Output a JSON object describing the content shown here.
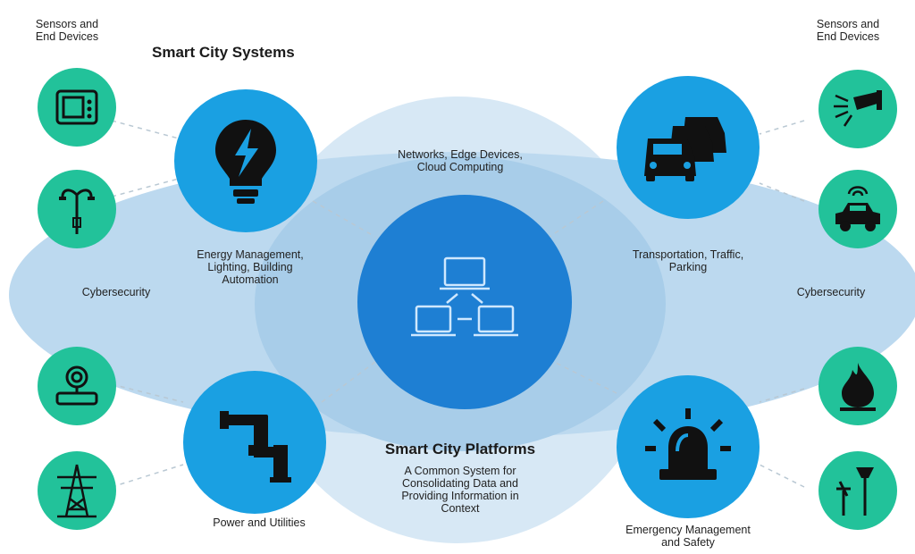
{
  "title": "Smart City Systems",
  "sensors_left": "Sensors and\nEnd Devices",
  "sensors_right": "Sensors and\nEnd Devices",
  "cyber_left": "Cybersecurity",
  "cyber_right": "Cybersecurity",
  "networks": "Networks, Edge Devices,\nCloud Computing",
  "platform_title": "Smart City Platforms",
  "platform_desc": "A Common System for\nConsolidating Data and\nProviding Information in\nContext",
  "systems": {
    "energy": "Energy Management,\nLighting, Building\nAutomation",
    "transport": "Transportation, Traffic,\nParking",
    "power": "Power and Utilities",
    "emergency": "Emergency Management\nand Safety"
  },
  "colors": {
    "system_blue": "#1aa0e2",
    "platform_blue": "#1e7fd3",
    "device_green": "#22c29a",
    "ellipse_light": "#cfe3f2",
    "ellipse_mid": "#a9cdea"
  },
  "icons": {
    "energy": "lightbulb-bolt-icon",
    "transport": "cars-icon",
    "power": "pipes-icon",
    "emergency": "alarm-light-icon",
    "platform": "network-computers-icon",
    "devices_left": [
      "thermostat-icon",
      "streetlight-icon",
      "water-meter-icon",
      "power-tower-icon"
    ],
    "devices_right": [
      "security-camera-icon",
      "connected-car-icon",
      "fire-sensor-icon",
      "weather-station-icon"
    ]
  }
}
